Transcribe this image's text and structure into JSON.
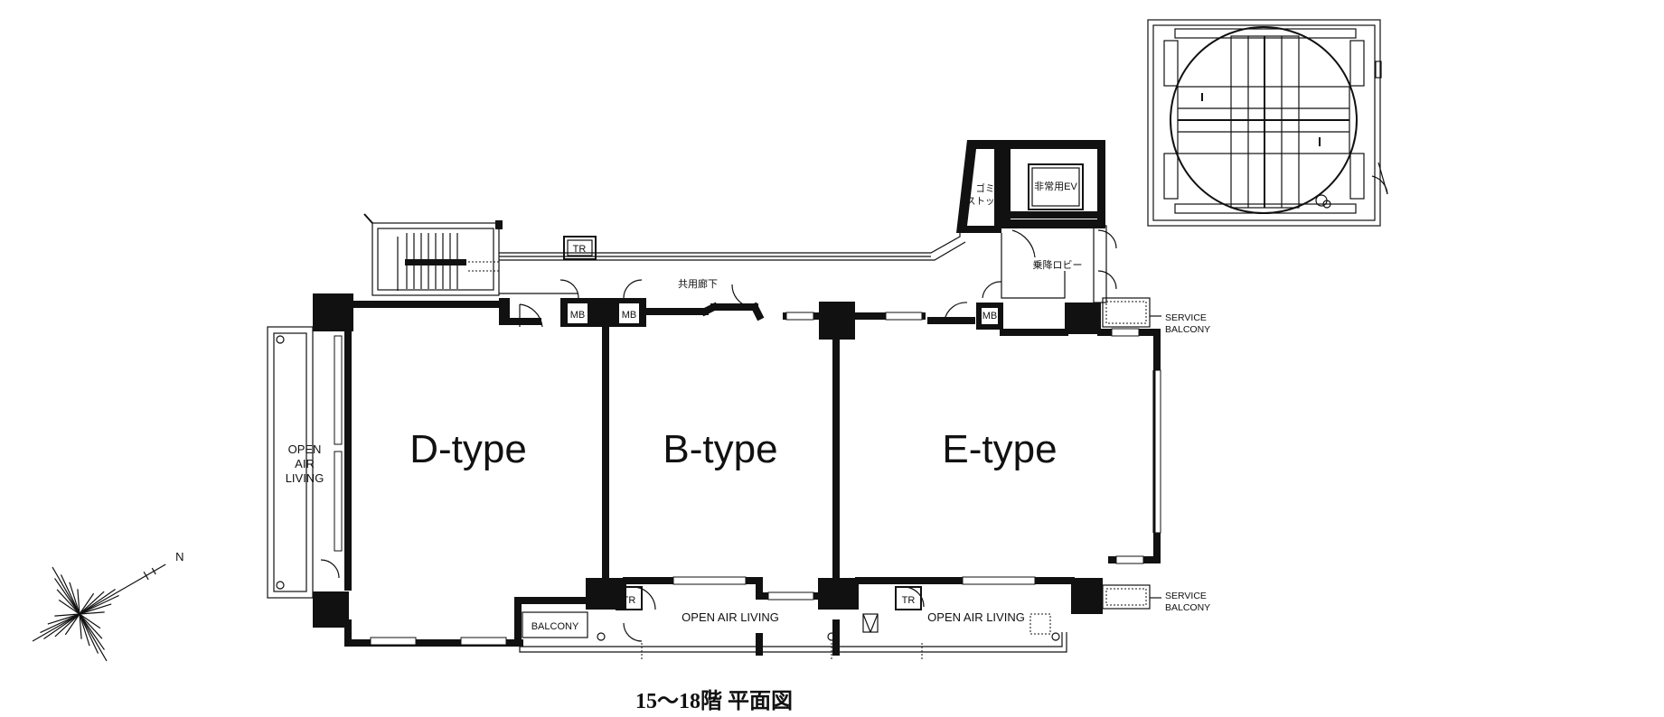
{
  "plan": {
    "caption": "15～18階 平面図",
    "units": {
      "d_type": "D-type",
      "b_type": "B-type",
      "e_type": "E-type"
    },
    "rooms": {
      "open_air_living_left": [
        "OPEN",
        "AIR",
        "LIVING"
      ],
      "open_air_living_mid": "OPEN AIR LIVING",
      "open_air_living_right": "OPEN AIR LIVING",
      "balcony": "BALCONY",
      "service_balcony_top": [
        "SERVICE",
        "BALCONY"
      ],
      "service_balcony_bottom": [
        "SERVICE",
        "BALCONY"
      ],
      "corridor": "共用廊下",
      "lobby": "乗降ロビー",
      "emergency_ev": "非常用EV",
      "garbage_stock": [
        "ゴミ",
        "ストック"
      ]
    },
    "equipment": {
      "tr_top": "TR",
      "tr_mid": "TR",
      "tr_right": "TR",
      "mb_1": "MB",
      "mb_2": "MB",
      "mb_3": "MB"
    },
    "compass": {
      "north": "N"
    }
  }
}
